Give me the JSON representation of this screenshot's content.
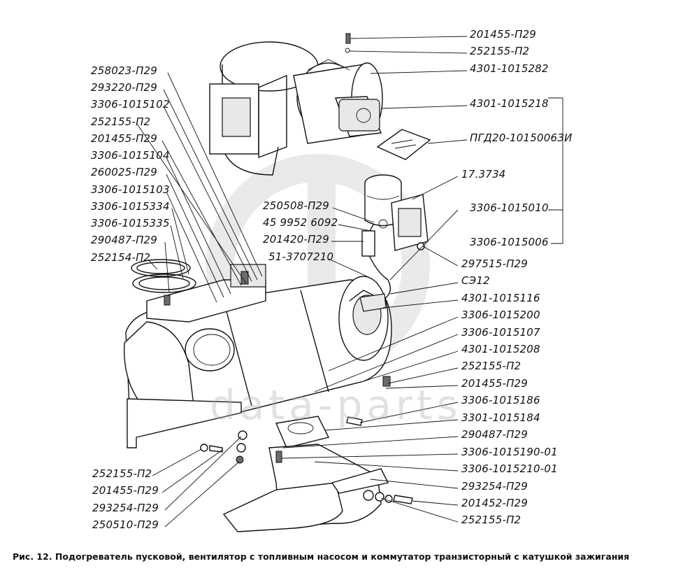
{
  "labels_left": [
    "258023-П29",
    "293220-П29",
    "3306-1015102",
    "252155-П2",
    "201455-П29",
    "3306-1015104",
    "260025-П29",
    "3306-1015103",
    "3306-1015334",
    "3306-1015335",
    "290487-П29",
    "252154-П2"
  ],
  "labels_center": [
    "250508-П29",
    "45 9952 6092",
    "201420-П29",
    "51-3707210"
  ],
  "labels_right": [
    "201455-П29",
    "252155-П2",
    "4301-1015282",
    "4301-1015218",
    "ПГД20-1015006ЗИ",
    "17.3734",
    "3306-1015010",
    "3306-1015006",
    "297515-П29",
    "СЭ12",
    "4301-1015116",
    "3306-1015200",
    "3306-1015107",
    "4301-1015208",
    "252155-П2",
    "201455-П29",
    "3306-1015186",
    "3301-1015184",
    "290487-П29",
    "3306-1015190-01",
    "3306-1015210-01",
    "293254-П29",
    "201452-П29",
    "252155-П2"
  ],
  "labels_bottom_left": [
    "252155-П2",
    "201455-П29",
    "293254-П29",
    "250510-П29"
  ],
  "caption": "Рис. 12. Подогреватель пусковой, вентилятор с топливным насосом и коммутатор транзисторный с катушкой зажигания",
  "watermark": "data-parts"
}
